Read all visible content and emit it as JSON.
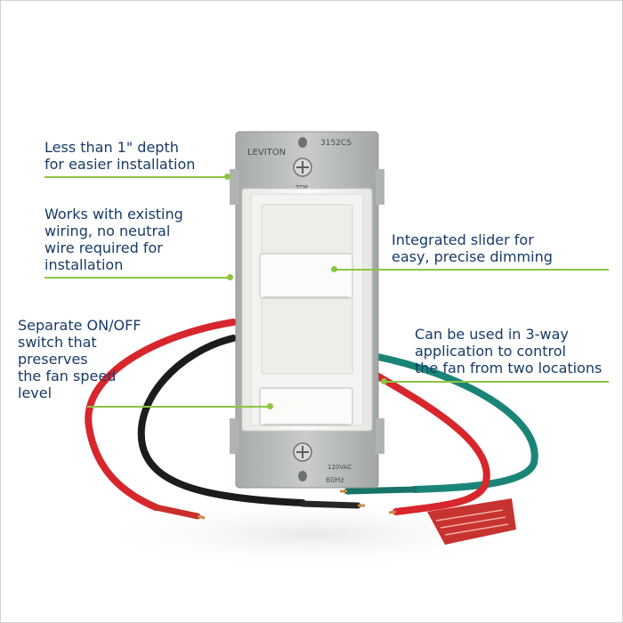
{
  "product": {
    "brand": "LEVITON",
    "model": "3152CS",
    "plate_top_text": "TOP",
    "rating_text": "120VAC",
    "frequency_text": "60Hz"
  },
  "callouts": {
    "depth": {
      "lines": [
        "Less than 1\" depth",
        "for easier installation"
      ]
    },
    "wiring": {
      "lines": [
        "Works with existing",
        "wiring, no neutral",
        "wire required for",
        "installation"
      ]
    },
    "slider": {
      "lines": [
        "Integrated slider for",
        "easy, precise dimming"
      ]
    },
    "onoff": {
      "lines": [
        "Separate ON/OFF",
        "switch that",
        "preserves",
        "the fan speed",
        "level"
      ]
    },
    "three_way": {
      "lines": [
        "Can be used in 3-way",
        "application to control",
        "the fan from two locations"
      ]
    }
  },
  "colors": {
    "text": "#173a66",
    "leader": "#8cc63f",
    "wire_red": "#d7262c",
    "wire_black": "#1c1c1c",
    "wire_green": "#1a8577",
    "strap": "#b9bcbd",
    "switch_face": "#f6f6f4"
  }
}
